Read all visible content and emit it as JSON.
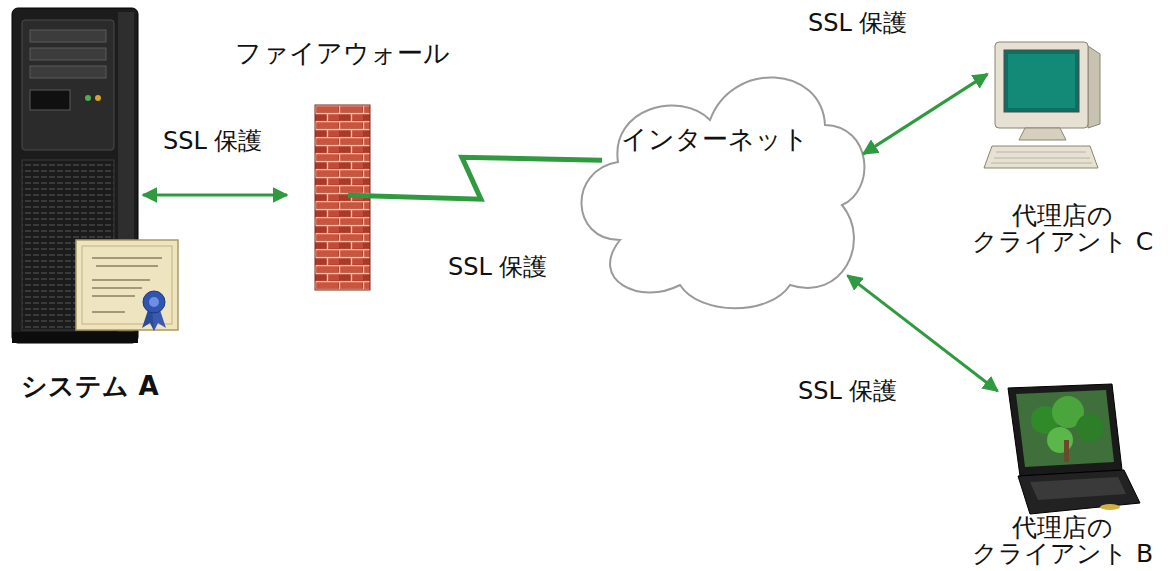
{
  "diagram": {
    "nodes": [
      {
        "text": [
          "システム A"
        ]
      },
      {
        "text": [
          "ファイアウォール"
        ]
      },
      {
        "text": [
          "インターネット"
        ]
      },
      {
        "text": [
          "代理店の クライアント C"
        ]
      },
      {
        "text": [
          "代理店の クライアント B"
        ]
      }
    ],
    "edges": [
      {
        "from": 0,
        "to": 1,
        "arrow": "both",
        "label": "SSL 保護"
      },
      {
        "from": 1,
        "to": 2,
        "arrow": "none",
        "label": "SSL 保護"
      },
      {
        "from": 2,
        "to": 3,
        "arrow": "both",
        "label": "SSL 保護"
      },
      {
        "from": 2,
        "to": 4,
        "arrow": "both",
        "label": "SSL 保護"
      }
    ]
  }
}
